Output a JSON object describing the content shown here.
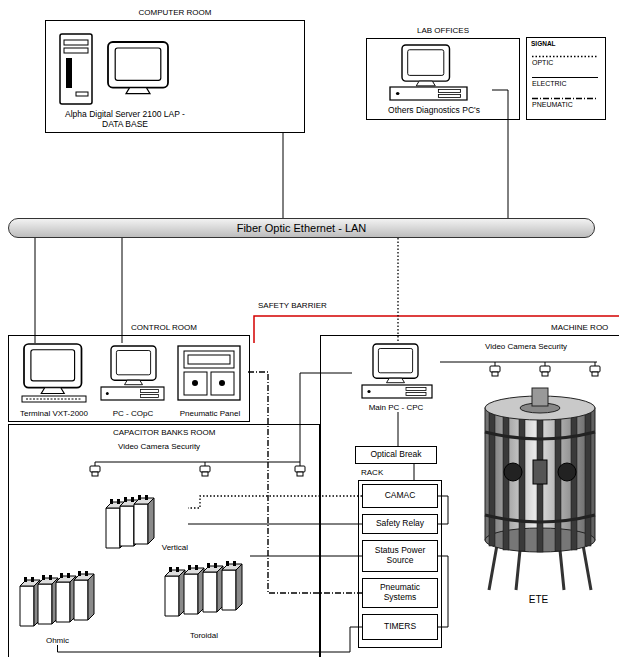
{
  "diagram": {
    "nodes": [
      {
        "text": [
          "COMPUTER ROOM"
        ]
      },
      {
        "text": [
          "Alpha Digital Server 2100 LAP - DATA BASE"
        ],
        "in": 0
      },
      {
        "text": [
          "LAB OFFICES"
        ]
      },
      {
        "text": [
          "Others Diagnostics PC's"
        ],
        "in": 2
      },
      {
        "text": [
          "Fiber Optic Ethernet - LAN"
        ]
      },
      {
        "text": [
          "CONTROL ROOM"
        ]
      },
      {
        "text": [
          "Terminal VXT-2000"
        ],
        "in": 5
      },
      {
        "text": [
          "PC - COpC"
        ],
        "in": 5
      },
      {
        "text": [
          "Pneumatic Panel"
        ],
        "in": 5
      },
      {
        "text": [
          "MACHINE ROO"
        ]
      },
      {
        "text": [
          "Main PC - CPC"
        ],
        "in": 9
      },
      {
        "text": [
          "Video Camera Security"
        ],
        "in": 9
      },
      {
        "text": [
          "Optical Break"
        ],
        "in": 9
      },
      {
        "text": [
          "RACK"
        ],
        "in": 9
      },
      {
        "text": [
          "CAMAC"
        ],
        "in": 13
      },
      {
        "text": [
          "Safety Relay"
        ],
        "in": 13
      },
      {
        "text": [
          "Status Power Source"
        ],
        "in": 13
      },
      {
        "text": [
          "Pneumatic Systems"
        ],
        "in": 13
      },
      {
        "text": [
          "TIMERS"
        ],
        "in": 13
      },
      {
        "text": [
          "ETE"
        ],
        "in": 9
      },
      {
        "text": [
          "CAPACITOR BANKS ROOM"
        ]
      },
      {
        "text": [
          "Video Camera Security"
        ],
        "in": 20
      },
      {
        "text": [
          "Vertical"
        ],
        "in": 20
      },
      {
        "text": [
          "Ohmic"
        ],
        "in": 20
      },
      {
        "text": [
          "Toroidal"
        ],
        "in": 20
      }
    ],
    "edges": [
      {
        "from": 0,
        "to": 4,
        "arrow": "none"
      },
      {
        "from": 3,
        "to": 4,
        "arrow": "none"
      },
      {
        "from": 4,
        "to": 6,
        "arrow": "none"
      },
      {
        "from": 4,
        "to": 7,
        "arrow": "none"
      },
      {
        "from": 4,
        "to": 10,
        "arrow": "none"
      },
      {
        "from": 10,
        "to": 12,
        "arrow": "none"
      },
      {
        "from": 12,
        "to": 13,
        "arrow": "none"
      },
      {
        "from": 10,
        "to": 11,
        "arrow": "none"
      },
      {
        "from": 10,
        "to": 21,
        "arrow": "none"
      },
      {
        "from": 8,
        "to": 17,
        "arrow": "none"
      },
      {
        "from": 22,
        "to": 15,
        "arrow": "none"
      },
      {
        "from": 24,
        "to": 16,
        "arrow": "none"
      },
      {
        "from": 23,
        "to": 18,
        "arrow": "none"
      },
      {
        "from": 14,
        "to": 22,
        "arrow": "none"
      },
      {
        "from": 14,
        "to": 15,
        "arrow": "none"
      },
      {
        "from": 16,
        "to": 18,
        "arrow": "none"
      }
    ],
    "labels": [
      "SIGNAL",
      "SAFETY BARRIER"
    ],
    "legend": [
      {
        "text": "OPTIC"
      },
      {
        "text": "ELECTRIC"
      },
      {
        "text": "PNEUMATIC"
      }
    ]
  }
}
